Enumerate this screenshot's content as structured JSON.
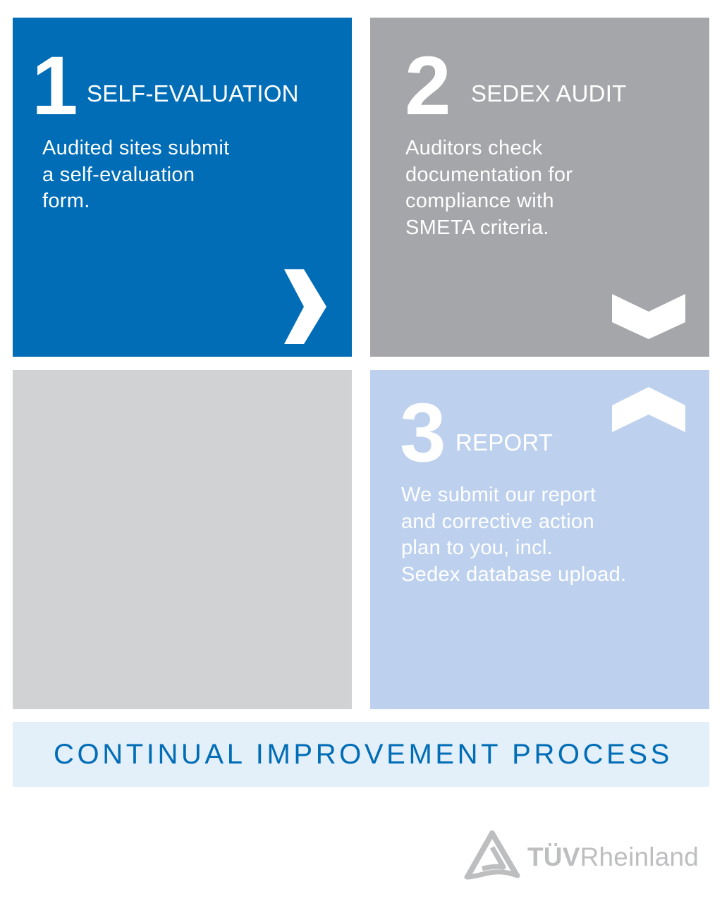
{
  "colors": {
    "step1_bg": "#006DB6",
    "step2_bg": "#A5A6A9",
    "step3_bg": "#BDD1EE",
    "empty_tile_bg": "#D1D2D4",
    "banner_bg": "#E3EFF9",
    "banner_text": "#006DB6",
    "logo_gray": "#BDBEC0",
    "text_on_tile": "#FFFFFF"
  },
  "steps": [
    {
      "number": "1",
      "title": "SELF-EVALUATION",
      "description_lines": [
        "Audited sites submit",
        "a self-evaluation",
        "form."
      ],
      "arrow_icon": "chevron-right-icon"
    },
    {
      "number": "2",
      "title": "SEDEX AUDIT",
      "description_lines": [
        "Auditors check",
        "documentation for",
        "compliance with",
        "SMETA criteria."
      ],
      "arrow_icon": "chevron-down-icon"
    },
    {
      "number": "3",
      "title": "REPORT",
      "description_lines": [
        "We submit our report",
        "and corrective action",
        "plan to you, incl.",
        "Sedex database upload."
      ],
      "arrow_icon": "chevron-up-icon"
    }
  ],
  "banner": {
    "text": "CONTINUAL IMPROVEMENT PROCESS"
  },
  "logo": {
    "bold_part": "TÜV",
    "regular_part": "Rheinland",
    "mark_icon": "tuv-triangle-logo-icon"
  }
}
